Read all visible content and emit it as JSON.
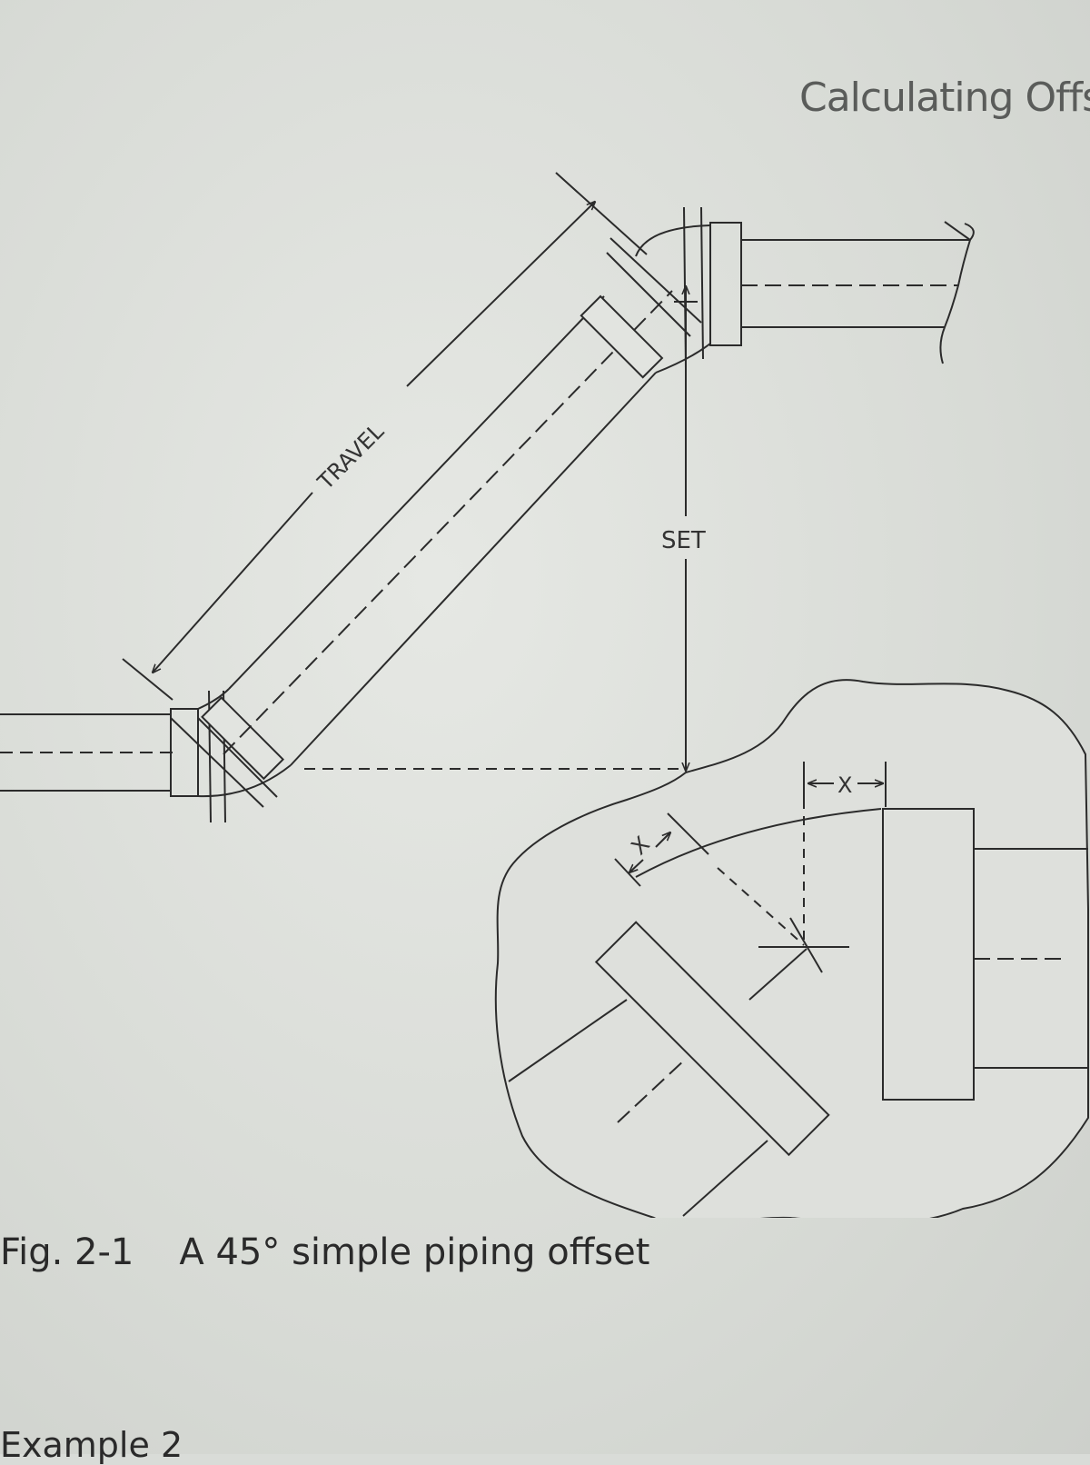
{
  "page": {
    "running_head": "Calculating Offs",
    "next_heading_fragment": "Example 2"
  },
  "figure": {
    "number": "Fig. 2-1",
    "title": "A 45° simple piping offset",
    "labels": {
      "travel": "TRAVEL",
      "set": "SET",
      "x_right": "X",
      "x_angled": "X"
    }
  },
  "colors": {
    "line": "#2b2b2b",
    "paper": "#dfe1dd",
    "pipe_fill": "#e2e4e0"
  }
}
